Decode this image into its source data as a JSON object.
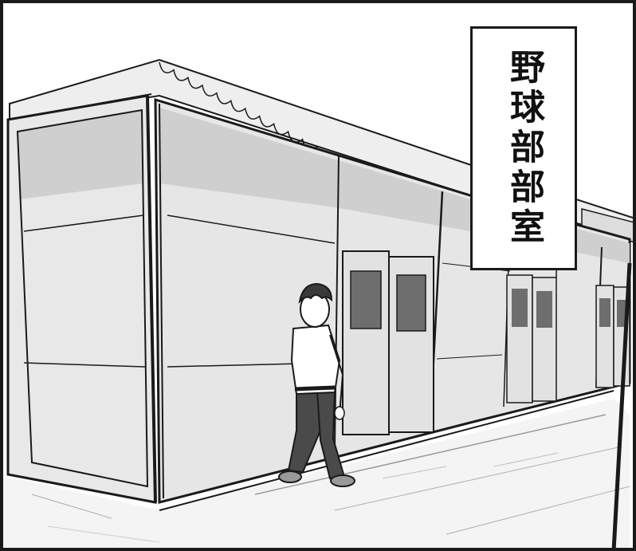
{
  "caption": {
    "text": "野球部部室"
  },
  "colors": {
    "ink": "#1a1a1a",
    "wall_light": "#e6e6e6",
    "wall_top_shade": "#cfcfcf",
    "window": "#6e6e6e",
    "ground": "#f2f2f2",
    "paper": "#ffffff"
  },
  "scene": {
    "subject": "student-walking",
    "setting": "prefab-clubhouse-row"
  }
}
